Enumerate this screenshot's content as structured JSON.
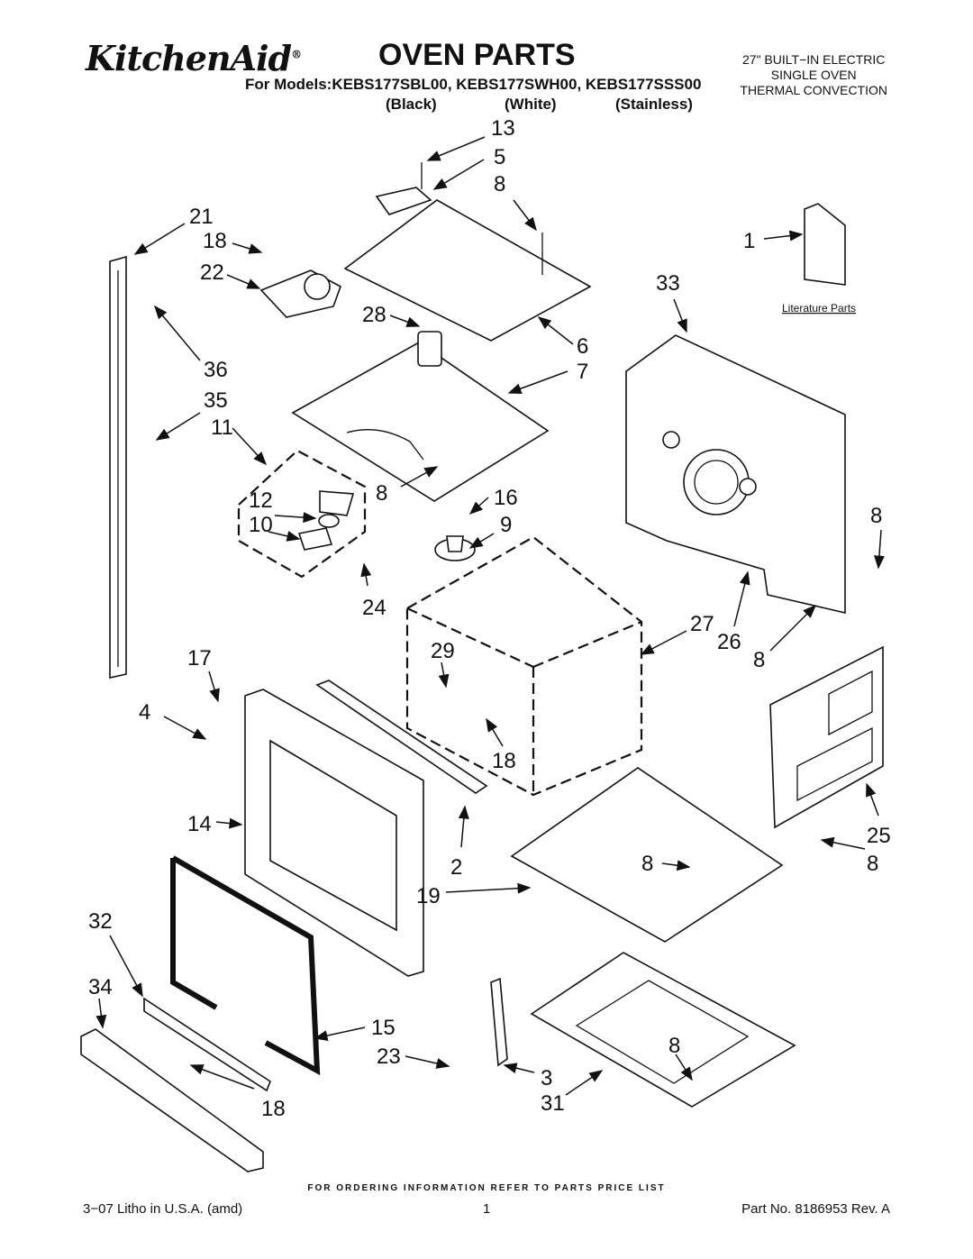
{
  "header": {
    "brand": "KitchenAid",
    "title": "OVEN PARTS",
    "models_line": "For Models:KEBS177SBL00, KEBS177SWH00, KEBS177SSS00",
    "colors": [
      "(Black)",
      "(White)",
      "(Stainless)"
    ],
    "description": [
      "27\" BUILT−IN ELECTRIC",
      "SINGLE OVEN",
      "THERMAL CONVECTION"
    ]
  },
  "diagram": {
    "literature_label": "Literature Parts",
    "part_numbers": [
      "13",
      "5",
      "8",
      "21",
      "18",
      "22",
      "1",
      "33",
      "28",
      "6",
      "7",
      "36",
      "35",
      "11",
      "8",
      "12",
      "16",
      "10",
      "9",
      "8",
      "24",
      "27",
      "26",
      "8",
      "17",
      "29",
      "4",
      "18",
      "14",
      "25",
      "2",
      "8",
      "8",
      "19",
      "32",
      "34",
      "15",
      "8",
      "23",
      "3",
      "31",
      "18"
    ]
  },
  "footer": {
    "ordering_note": "FOR ORDERING INFORMATION REFER TO PARTS PRICE LIST",
    "litho": "3−07 Litho in U.S.A. (amd)",
    "page": "1",
    "part_no": "Part No. 8186953 Rev. A"
  }
}
